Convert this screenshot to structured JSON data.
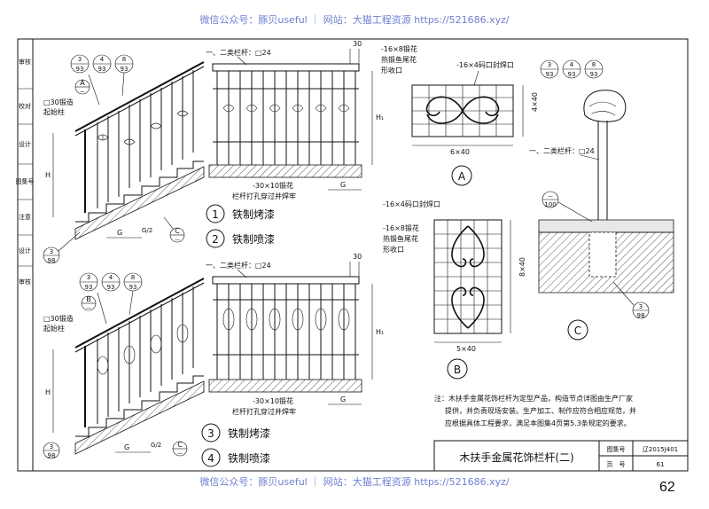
{
  "watermark": "微信公众号：豚贝useful ｜ 网站：大猫工程资源 https://521686.xyz/",
  "page_number": "62",
  "side_strip": [
    "审核",
    "校对",
    "设计",
    "图集号",
    "注意",
    "设计",
    "审核"
  ],
  "stair_top": {
    "ref_top": [
      "3",
      "93",
      "4",
      "93",
      "8",
      "93"
    ],
    "circle": "A",
    "post_label": "□30锻造",
    "post_label2": "起始柱",
    "dim_h": "H",
    "dim_g": "G",
    "dim_g2": "G/2",
    "ref_c_top": "C",
    "ref_c_bot": "—",
    "ref_bl_top": "3",
    "ref_bl_bot": "98"
  },
  "stair_bottom": {
    "ref_top": [
      "3",
      "93",
      "4",
      "93",
      "8",
      "93"
    ],
    "circle": "B",
    "post_label": "□30锻造",
    "post_label2": "起始柱",
    "dim_h": "H",
    "dim_g": "G",
    "dim_g2": "G/2",
    "ref_c_top": "C",
    "ref_c_bot": "—",
    "ref_bl_top": "3",
    "ref_bl_bot": "98"
  },
  "elev_top": {
    "rail_label": "一、二类栏杆：□24",
    "dim_30": "30",
    "dim_h1": "H₁",
    "bar_label": "-30×10锻花",
    "bar_label2": "栏杆打孔穿过并焊牢",
    "dim_g": "G"
  },
  "elev_bottom": {
    "rail_label": "一、二类栏杆：□24",
    "dim_30": "30",
    "dim_h1": "H₁",
    "bar_label": "-30×10锻花",
    "bar_label2": "栏杆打孔穿过并焊牢",
    "dim_g": "G"
  },
  "finishes": [
    {
      "num": "1",
      "text": "铁制烤漆"
    },
    {
      "num": "2",
      "text": "铁制喷漆"
    },
    {
      "num": "3",
      "text": "铁制烤漆"
    },
    {
      "num": "4",
      "text": "铁制喷漆"
    }
  ],
  "detail_a": {
    "label1": "-16×8锻花",
    "label2": "热锻鱼尾花",
    "label3": "形收口",
    "label_seal": "-16×4码口封焊口",
    "dim_w": "6×40",
    "dim_h": "4×40",
    "circle": "A"
  },
  "detail_b": {
    "label_seal": "-16×4码口封焊口",
    "label1": "-16×8锻花",
    "label2": "热锻鱼尾花",
    "label3": "形收口",
    "dim_w": "5×40",
    "dim_h": "8×40",
    "circle": "B"
  },
  "detail_c": {
    "ref_top": [
      "3",
      "93",
      "4",
      "93",
      "8",
      "93"
    ],
    "rail_label": "一、二类栏杆：□24",
    "ref_100_top": "—",
    "ref_100_bot": "100",
    "ref_398_top": "3",
    "ref_398_bot": "98",
    "circle": "C"
  },
  "note": {
    "line1": "注：木扶手金属花饰栏杆为定型产品，构造节点详图由生产厂家",
    "line2": "提供，并负责现场安装。生产加工、制作应符合相应规范，并",
    "line3": "应根据具体工程要求，满足本图集4页第5.3条规定的要求。"
  },
  "title_block": {
    "title": "木扶手金属花饰栏杆(二)",
    "atlas_label": "图集号",
    "atlas_value": "辽2015J401",
    "page_label": "页　号",
    "page_value": "61"
  }
}
